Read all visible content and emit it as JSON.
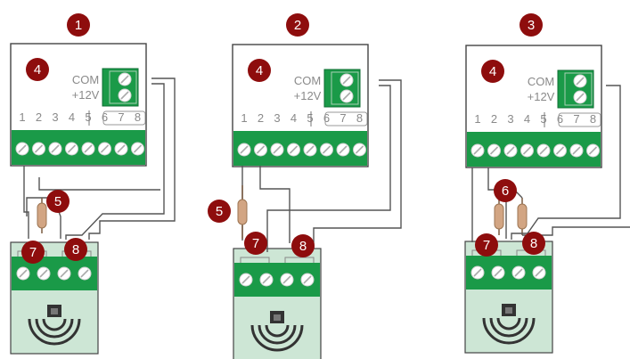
{
  "colors": {
    "badge": "#8e0d0d",
    "terminal_green": "#1a9a48",
    "sensor_body": "#cde6d5",
    "resistor": "#d2a583",
    "wire": "#555555",
    "label_gray": "#8a8a8a"
  },
  "icons": {
    "screw": "screw-terminal-icon",
    "resistor": "resistor-icon",
    "sensor": "motion-sensor-icon"
  },
  "panels": [
    {
      "badge": "1",
      "controller_badge": "4",
      "com_label": "COM",
      "v12_label": "+12V",
      "terminal_numbers": [
        "1",
        "2",
        "3",
        "4",
        "5",
        "6",
        "7",
        "8"
      ],
      "resistor_badges": [
        "5"
      ],
      "sensor_badges": [
        "7",
        "8"
      ]
    },
    {
      "badge": "2",
      "controller_badge": "4",
      "com_label": "COM",
      "v12_label": "+12V",
      "terminal_numbers": [
        "1",
        "2",
        "3",
        "4",
        "5",
        "6",
        "7",
        "8"
      ],
      "resistor_badges": [
        "5"
      ],
      "sensor_badges": [
        "7",
        "8"
      ]
    },
    {
      "badge": "3",
      "controller_badge": "4",
      "com_label": "COM",
      "v12_label": "+12V",
      "terminal_numbers": [
        "1",
        "2",
        "3",
        "4",
        "5",
        "6",
        "7",
        "8"
      ],
      "resistor_badges": [
        "6"
      ],
      "sensor_badges": [
        "7",
        "8"
      ]
    }
  ]
}
